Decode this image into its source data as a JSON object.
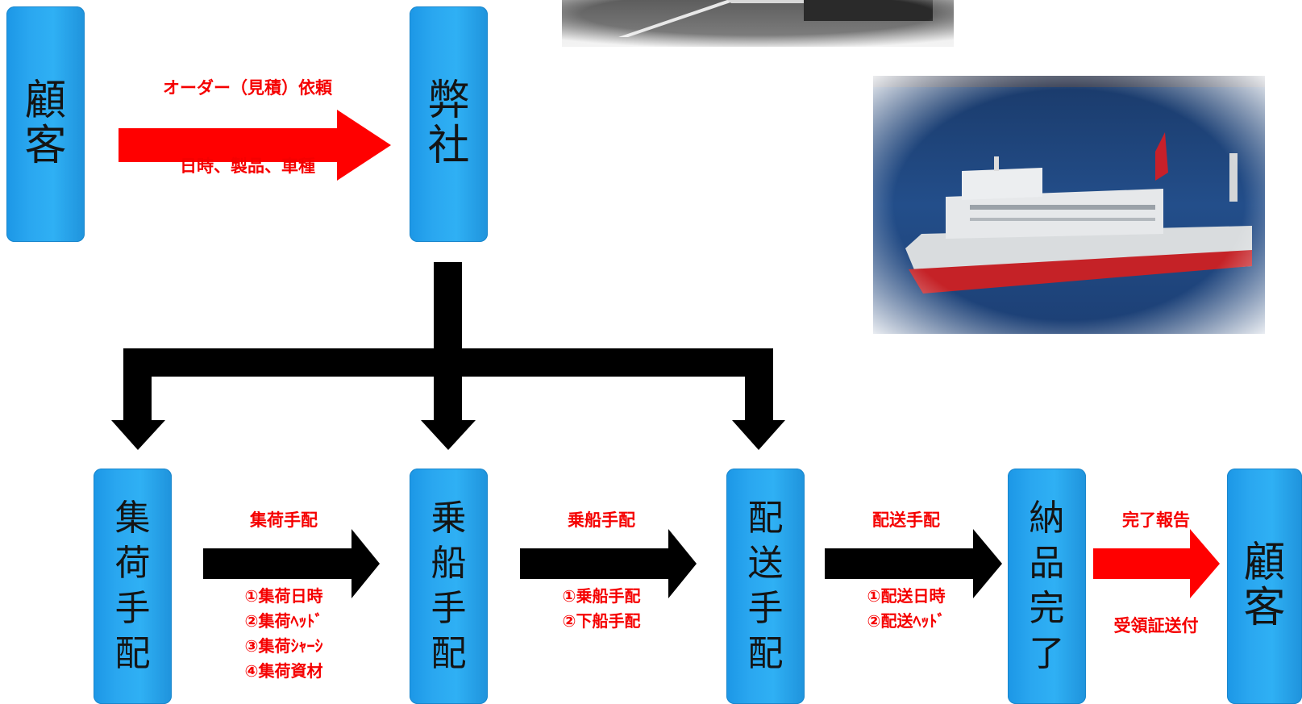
{
  "colors": {
    "box_blue": "#2aa7f0",
    "red_arrow": "#ff0000",
    "black_arrow": "#000000",
    "label_red": "#f50000"
  },
  "boxes": {
    "customer_top": [
      "顧",
      "客"
    ],
    "company": [
      "弊",
      "社"
    ],
    "collection": [
      "集",
      "荷",
      "手",
      "配"
    ],
    "boarding": [
      "乗",
      "船",
      "手",
      "配"
    ],
    "delivery": [
      "配",
      "送",
      "手",
      "配"
    ],
    "delivery_done": [
      "納",
      "品",
      "完",
      "了"
    ],
    "customer_end": [
      "顧",
      "客"
    ]
  },
  "labels": {
    "order_request": "オーダー（見積）依頼",
    "order_details": "日時、製品、車種",
    "collection_arrange": "集荷手配",
    "collection_items": [
      "①集荷日時",
      "②集荷ﾍｯﾄﾞ",
      "③集荷ｼｬｰｼ",
      "④集荷資材"
    ],
    "boarding_arrange": "乗船手配",
    "boarding_items": [
      "①乗船手配",
      "②下船手配"
    ],
    "delivery_arrange": "配送手配",
    "delivery_items": [
      "①配送日時",
      "②配送ﾍｯﾄﾞ"
    ],
    "completion_report": "完了報告",
    "receipt_sent": "受領証送付"
  },
  "photos": [
    "parking-lot-photo",
    "roro-ship-photo"
  ]
}
